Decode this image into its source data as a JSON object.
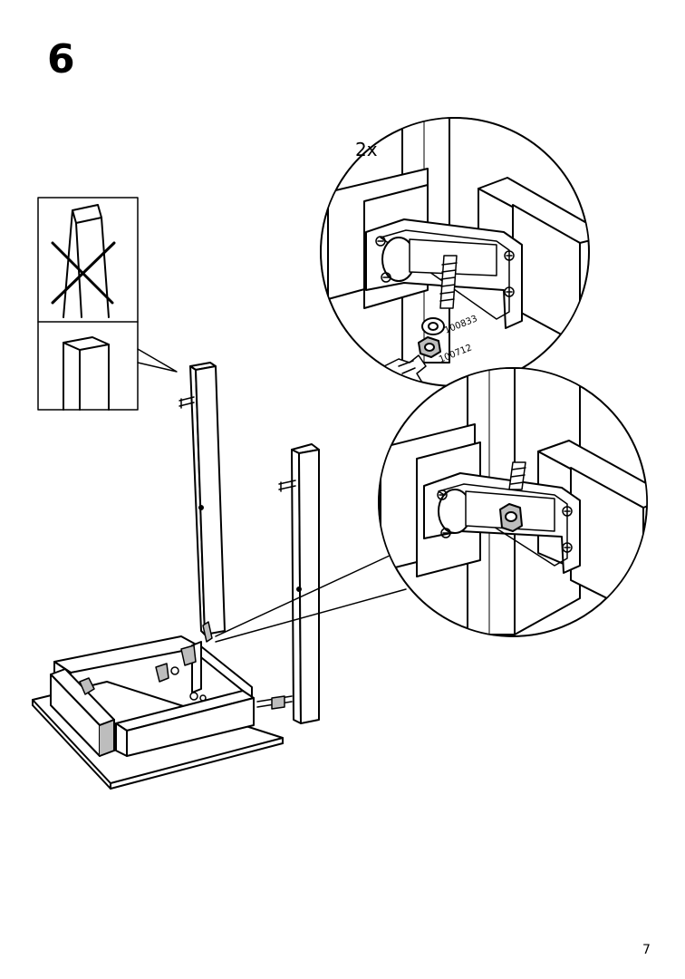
{
  "step": {
    "number": "6"
  },
  "detail_top": {
    "quantity": "2x"
  },
  "parts": [
    {
      "id": "100833"
    },
    {
      "id": "100712"
    }
  ],
  "page": {
    "number": "7"
  },
  "colors": {
    "line": "#000000",
    "shade": "#bdbdbd",
    "background": "#ffffff"
  }
}
